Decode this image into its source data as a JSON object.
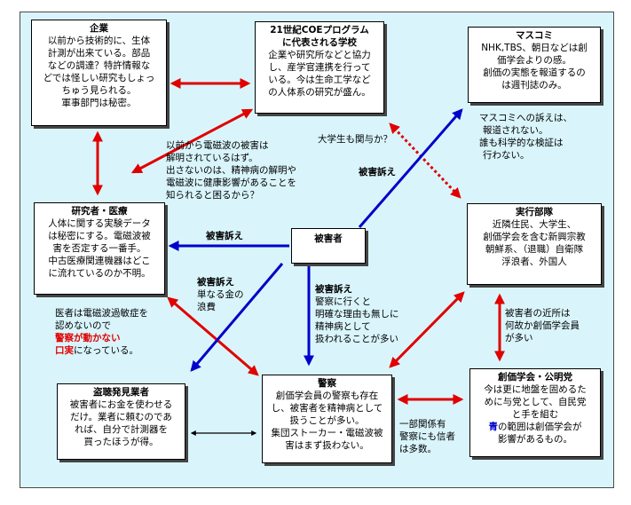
{
  "boxes": {
    "company": {
      "title": "企業",
      "lines": [
        "以前から技術的に、生体",
        "計測が出来ている。部品",
        "などの調達？特許情報な",
        "どでは怪しい研究もしょっ",
        "ちゅう見られる。",
        "軍事部門は秘密。"
      ]
    },
    "coe": {
      "title": "21世紀COEプログラム",
      "title2": "に代表される学校",
      "lines": [
        "企業や研究所などと協力",
        "し、産学官連携を行って",
        "いる。今は生命工学など",
        "の人体系の研究が盛ん。"
      ]
    },
    "media": {
      "title": "マスコミ",
      "lines": [
        "NHK,TBS、朝日などは創",
        "価学会よりの感。",
        "創価の実態を報道するの",
        "は週刊誌のみ。"
      ]
    },
    "researcher": {
      "title": "研究者・医療",
      "lines": [
        "人体に関する実験データ",
        "は秘密にする。電磁波被",
        "害を否定する一番手。",
        "中古医療関連機器はどこ",
        "に流れているのか不明。"
      ]
    },
    "victim": {
      "title": "被害者"
    },
    "enforcer": {
      "title": "実行部隊",
      "lines": [
        "近隣住民、大学生、",
        "創価学会を含む新興宗教",
        "朝鮮系、（退職）自衛隊",
        "浮浪者、外国人"
      ]
    },
    "wiretap": {
      "title": "盗聴発見業者",
      "lines": [
        "被害者にお金を使わせる",
        "だけ。業者に頼むのであ",
        "れば、自分で計測器を",
        "買ったほうが得。"
      ]
    },
    "police": {
      "title": "警察",
      "lines": [
        "創価学会員の警察も存在",
        "し、被害者を精神病として",
        "扱うことが多い。",
        "集団ストーカー・電磁波被",
        "害はまず扱わない。"
      ]
    },
    "soka": {
      "title": "創価学会・公明党",
      "lines": [
        "今は更に地盤を固めるた",
        "めに与党として、自民党",
        "と手を組む"
      ],
      "last_prefix": "青",
      "last_rest": "の範囲は創価学会が",
      "last2": "影響があるもの。"
    }
  },
  "notes": {
    "em_unsolved": [
      "以前から電磁波の被害は",
      "解明されているはず。",
      "出さないのは、精神病の解明や",
      "電磁波に健康影響があることを",
      "知られると困るから？"
    ],
    "media_appeal": [
      "マスコミへの訴えは、",
      "報道されない。",
      "誰も科学的な検証は",
      "行わない。"
    ],
    "student": "大学生も関与か？",
    "doctor": [
      "医者は電磁波過敏症を",
      "認めないので"
    ],
    "doctor_red1": "警察が動かない",
    "doctor_red2_a": "口実",
    "doctor_red2_b": "になっている。",
    "waste_title": "被害訴え",
    "waste": [
      "単なる金の",
      "浪費"
    ],
    "police_appeal_title": "被害訴え",
    "police_appeal": [
      "警察に行くと",
      "明確な理由も無しに",
      "精神病として",
      "扱われることが多い"
    ],
    "neighbor": [
      "被害者の近所は",
      "何故か創価学会員",
      "が多い"
    ],
    "partial": [
      "一部関係有",
      "警察にも信者",
      "は多数。"
    ],
    "appeal_left": "被害訴え",
    "appeal_right": "被害訴え"
  },
  "colors": {
    "red": "#e00000",
    "blue": "#0000cc",
    "black": "#000000",
    "panel": "#d9f5fb"
  }
}
